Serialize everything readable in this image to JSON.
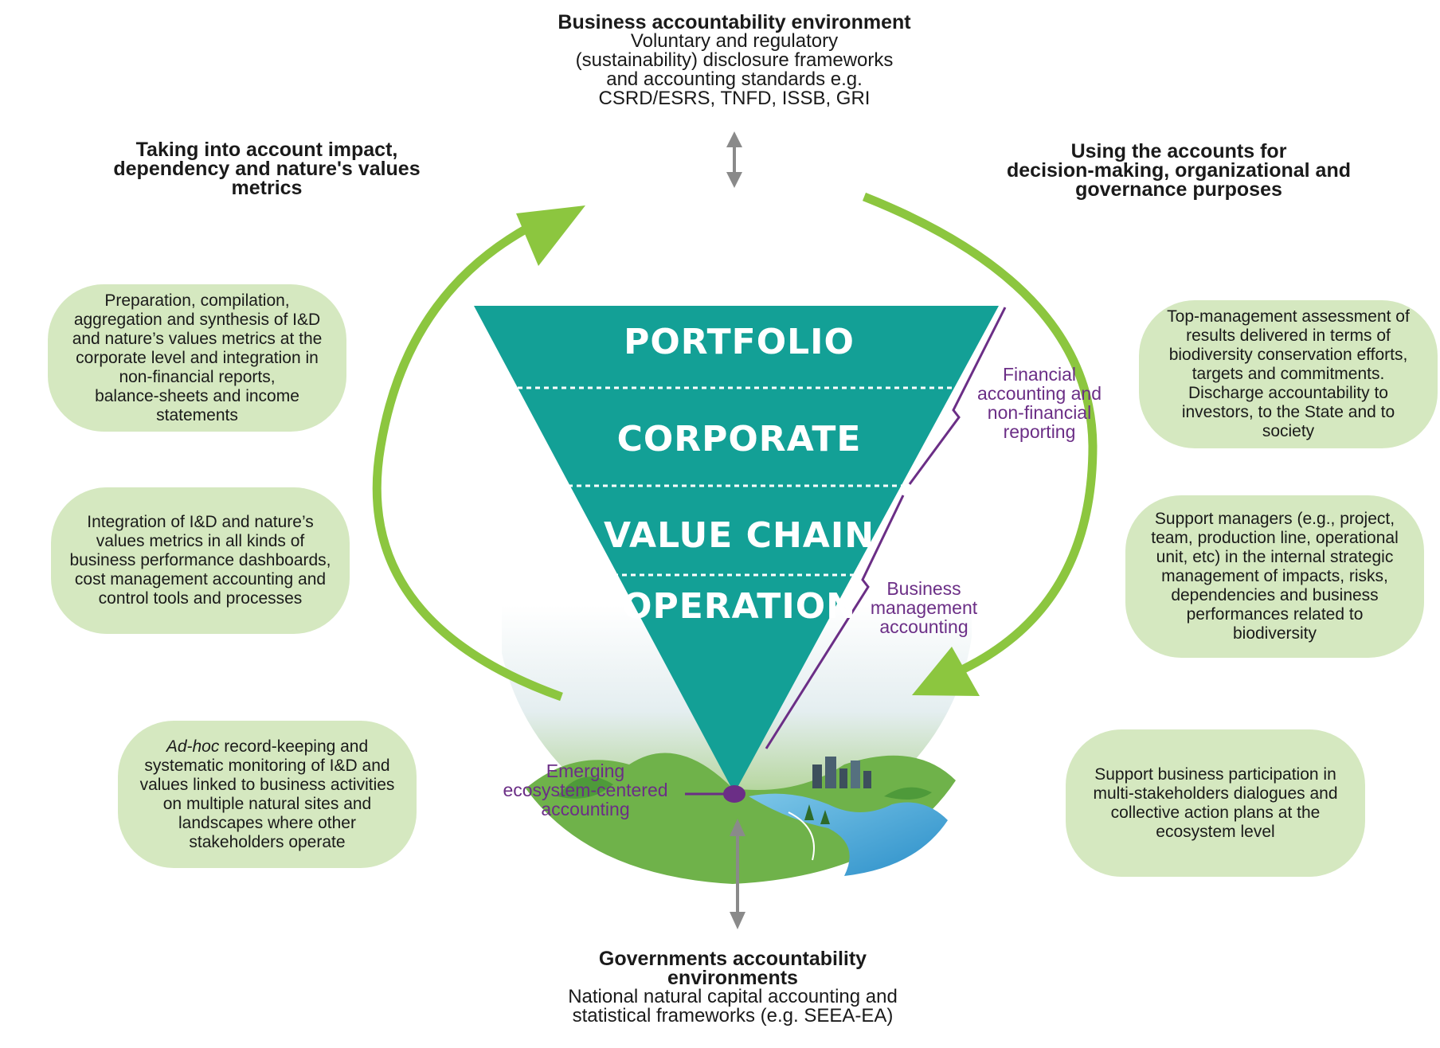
{
  "top": {
    "title": "Business accountability environment",
    "lines": [
      "Voluntary and regulatory",
      "(sustainability) disclosure frameworks",
      "and accounting standards e.g.",
      "CSRD/ESRS, TNFD, ISSB, GRI"
    ]
  },
  "bottom": {
    "title_lines": [
      "Governments accountability",
      "environments"
    ],
    "lines": [
      "National natural capital accounting and",
      "statistical frameworks (e.g. SEEA-EA)"
    ]
  },
  "left_heading": [
    "Taking into account impact,",
    "dependency and nature's values",
    "metrics"
  ],
  "right_heading": [
    "Using the accounts for",
    "decision-making, organizational and",
    "governance purposes"
  ],
  "left_bubbles": [
    [
      "Preparation, compilation,",
      "aggregation and synthesis of I&D",
      "and nature’s values metrics at the",
      "corporate level and integration in",
      "non-financial reports,",
      "balance-sheets and income",
      "statements"
    ],
    [
      "Integration of I&D and nature’s",
      "values metrics in all kinds of",
      "business performance dashboards,",
      "cost management accounting and",
      "control tools and processes"
    ],
    [
      "record-keeping and",
      "systematic monitoring of I&D and",
      "values linked to business activities",
      "on multiple natural sites and",
      "landscapes where other",
      "stakeholders operate"
    ]
  ],
  "left_bubble3_italic": "Ad-hoc",
  "right_bubbles": [
    [
      "Top-management assessment of",
      "results delivered in terms of",
      "biodiversity conservation efforts,",
      "targets and commitments.",
      "Discharge accountability to",
      "investors, to the State and to",
      "society"
    ],
    [
      "Support managers (e.g., project,",
      "team, production line, operational",
      "unit, etc) in the internal strategic",
      "management of impacts, risks,",
      "dependencies and business",
      "performances related to",
      "biodiversity"
    ],
    [
      "Support business participation in",
      "multi-stakeholders dialogues and",
      "collective action plans at the",
      "ecosystem level"
    ]
  ],
  "levels": [
    "PORTFOLIO",
    "CORPORATE",
    "VALUE CHAIN",
    "OPERATION"
  ],
  "labels": {
    "financial": [
      "Financial",
      "accounting and",
      "non-financial",
      "reporting"
    ],
    "management": [
      "Business",
      "management",
      "accounting"
    ],
    "emerging": [
      "Emerging",
      "ecosystem-centered",
      "accounting"
    ]
  },
  "colors": {
    "teal": "#13a096",
    "green_arrow": "#8cc63f",
    "purple": "#6b2e86",
    "bubble": "#d5e8c0"
  }
}
